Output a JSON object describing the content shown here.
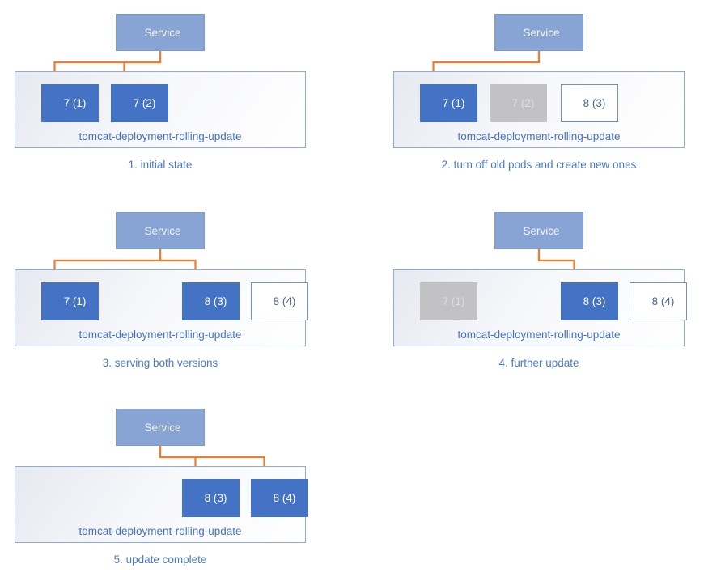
{
  "colors": {
    "service_fill": "#88A4D5",
    "service_border": "#7E9ACD",
    "pod_active_fill": "#4472C4",
    "pod_terminated_fill": "#C2C2C4",
    "pod_terminated_text": "#DFDFE1",
    "pod_new_border": "#7291CC",
    "pod_new_text": "#50658F",
    "deployment_border": "#8FAADC",
    "deployment_label_text": "#4472C4",
    "caption_text": "#4B79C9",
    "arrow": "#ED7D31"
  },
  "panels": [
    {
      "caption": "1. initial state",
      "service_label": "Service",
      "deployment_label": "tomcat-deployment-rolling-update",
      "pods": [
        {
          "label": "7 (1)",
          "state": "active",
          "slot": 0,
          "receives_traffic": true
        },
        {
          "label": "7 (2)",
          "state": "active",
          "slot": 1,
          "receives_traffic": true
        }
      ]
    },
    {
      "caption": "2. turn off old pods and create new ones",
      "service_label": "Service",
      "deployment_label": "tomcat-deployment-rolling-update",
      "pods": [
        {
          "label": "7 (1)",
          "state": "active",
          "slot": 0,
          "receives_traffic": true
        },
        {
          "label": "7 (2)",
          "state": "terminated",
          "slot": 1,
          "receives_traffic": false
        },
        {
          "label": "8 (3)",
          "state": "new",
          "slot": 2,
          "receives_traffic": false
        }
      ]
    },
    {
      "caption": "3. serving both versions",
      "service_label": "Service",
      "deployment_label": "tomcat-deployment-rolling-update",
      "pods": [
        {
          "label": "7 (1)",
          "state": "active",
          "slot": 0,
          "receives_traffic": true
        },
        {
          "label": "8 (3)",
          "state": "active",
          "slot": 2,
          "receives_traffic": true
        },
        {
          "label": "8 (4)",
          "state": "new",
          "slot": 3,
          "receives_traffic": false
        }
      ]
    },
    {
      "caption": "4. further update",
      "service_label": "Service",
      "deployment_label": "tomcat-deployment-rolling-update",
      "pods": [
        {
          "label": "7 (1)",
          "state": "terminated",
          "slot": 0,
          "receives_traffic": false
        },
        {
          "label": "8 (3)",
          "state": "active",
          "slot": 2,
          "receives_traffic": true
        },
        {
          "label": "8 (4)",
          "state": "new",
          "slot": 3,
          "receives_traffic": false
        }
      ]
    },
    {
      "caption": "5. update complete",
      "service_label": "Service",
      "deployment_label": "tomcat-deployment-rolling-update",
      "pods": [
        {
          "label": "8 (3)",
          "state": "active",
          "slot": 2,
          "receives_traffic": true
        },
        {
          "label": "8 (4)",
          "state": "active",
          "slot": 3,
          "receives_traffic": true
        }
      ]
    }
  ]
}
